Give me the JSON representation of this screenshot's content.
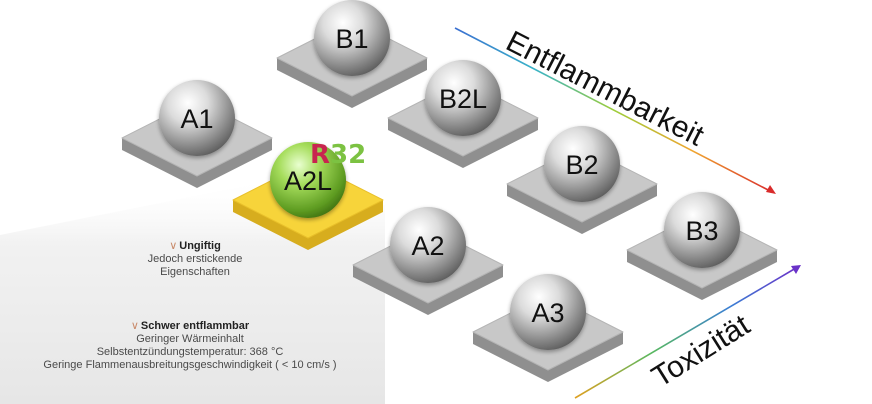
{
  "spheres": [
    {
      "id": "B1",
      "label": "B1",
      "highlight": false
    },
    {
      "id": "A1",
      "label": "A1",
      "highlight": false
    },
    {
      "id": "B2L",
      "label": "B2L",
      "highlight": false
    },
    {
      "id": "A2L",
      "label": "A2L",
      "highlight": true
    },
    {
      "id": "B2",
      "label": "B2",
      "highlight": false
    },
    {
      "id": "A2",
      "label": "A2",
      "highlight": false
    },
    {
      "id": "B3",
      "label": "B3",
      "highlight": false
    },
    {
      "id": "A3",
      "label": "A3",
      "highlight": false
    }
  ],
  "badge": {
    "r": "R",
    "num": "32",
    "r_color": "#c8254f",
    "num_color": "#7cc242"
  },
  "axes": {
    "flammability": "Entflammbarkeit",
    "toxicity": "Toxizität"
  },
  "colors": {
    "platform_top": "#c8c8c8",
    "platform_side": "#8f8f8f",
    "highlight_platform": "#f7d43a",
    "highlight_ball": "#8cc63f",
    "panel": "#ececec"
  },
  "info": {
    "block1": {
      "heading": "Ungiftig",
      "lines": [
        "Jedoch erstickende",
        "Eigenschaften"
      ]
    },
    "block2": {
      "heading": "Schwer entflammbar",
      "lines": [
        "Geringer Wärmeinhalt",
        "Selbstentzündungstemperatur: 368 °C",
        "Geringe Flammenausbreitungsgeschwindigkeit ( < 10 cm/s )"
      ]
    }
  }
}
